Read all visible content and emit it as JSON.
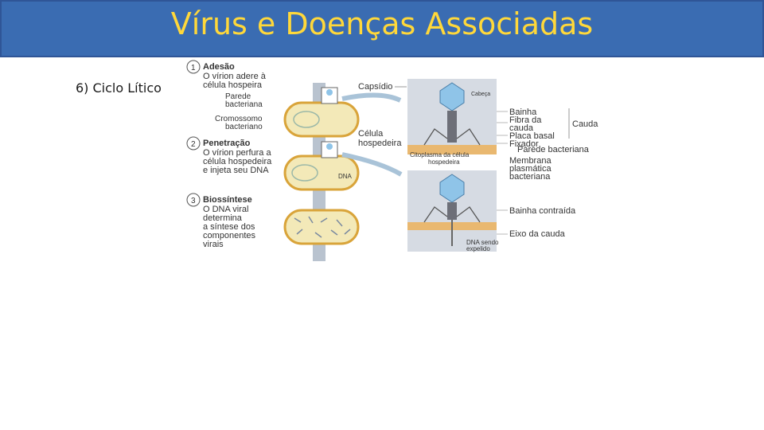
{
  "slide": {
    "title": "Vírus e Doenças Associadas",
    "subtitle": "6) Ciclo Lítico"
  },
  "figure": {
    "steps": [
      {
        "number": "1",
        "heading": "Adesão",
        "lines": [
          "O vírion adere à",
          "célula hospeira"
        ]
      },
      {
        "number": "2",
        "heading": "Penetração",
        "lines": [
          "O vírion perfura a",
          "célula hospedeira",
          "e injeta seu DNA"
        ]
      },
      {
        "number": "3",
        "heading": "Biossíntese",
        "lines": [
          "O DNA viral",
          "determina",
          "a síntese dos",
          "componentes",
          "virais"
        ]
      }
    ],
    "labels": {
      "parede_bacteriana": [
        "Parede",
        "bacteriana"
      ],
      "cromossomo_bacteriano": [
        "Cromossomo",
        "bacteriano"
      ],
      "capsideo": "Capsídio",
      "cabeca": "Cabeça",
      "celula_hospedeira": [
        "Célula",
        "hospedeira"
      ],
      "dna": "DNA",
      "citoplasma": [
        "Citoplasma da célula",
        "hospedeira"
      ],
      "bainha": "Bainha",
      "fibra_cauda": [
        "Fibra da",
        "cauda"
      ],
      "placa_basal": "Placa basal",
      "fixador": "Fixador",
      "cauda": "Cauda",
      "parede_bacteriana_right": "Parede bacteriana",
      "membrana": [
        "Membrana",
        "plasmática",
        "bacteriana"
      ],
      "bainha_contraida": "Bainha contraída",
      "eixo_cauda": "Eixo da cauda",
      "dna_expelido": [
        "DNA sendo",
        "expelido"
      ]
    }
  },
  "colors": {
    "title_bar": "#3a6cb2",
    "title_text": "#ffd83a",
    "cell_fill": "#f3e9b8",
    "cell_border": "#d9a43a",
    "virus_head": "#8fc4e8",
    "panel_bg": "#d6dbe3"
  }
}
